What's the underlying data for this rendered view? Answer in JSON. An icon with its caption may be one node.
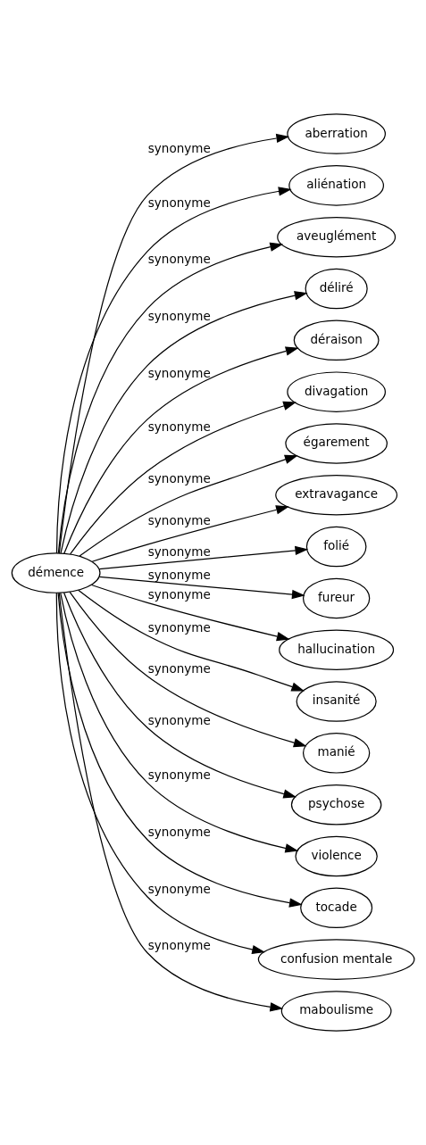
{
  "diagram": {
    "nodes": [
      {
        "text": [
          "démence"
        ]
      },
      {
        "text": [
          "aberration"
        ]
      },
      {
        "text": [
          "aliénation"
        ]
      },
      {
        "text": [
          "aveuglément"
        ]
      },
      {
        "text": [
          "déliré"
        ]
      },
      {
        "text": [
          "déraison"
        ]
      },
      {
        "text": [
          "divagation"
        ]
      },
      {
        "text": [
          "égarement"
        ]
      },
      {
        "text": [
          "extravagance"
        ]
      },
      {
        "text": [
          "folié"
        ]
      },
      {
        "text": [
          "fureur"
        ]
      },
      {
        "text": [
          "hallucination"
        ]
      },
      {
        "text": [
          "insanité"
        ]
      },
      {
        "text": [
          "manié"
        ]
      },
      {
        "text": [
          "psychose"
        ]
      },
      {
        "text": [
          "violence"
        ]
      },
      {
        "text": [
          "tocade"
        ]
      },
      {
        "text": [
          "confusion mentale"
        ]
      },
      {
        "text": [
          "maboulisme"
        ]
      }
    ],
    "edges": [
      {
        "from": 0,
        "to": 1,
        "arrow": "to",
        "label": "synonyme"
      },
      {
        "from": 0,
        "to": 2,
        "arrow": "to",
        "label": "synonyme"
      },
      {
        "from": 0,
        "to": 3,
        "arrow": "to",
        "label": "synonyme"
      },
      {
        "from": 0,
        "to": 4,
        "arrow": "to",
        "label": "synonyme"
      },
      {
        "from": 0,
        "to": 5,
        "arrow": "to",
        "label": "synonyme"
      },
      {
        "from": 0,
        "to": 6,
        "arrow": "to",
        "label": "synonyme"
      },
      {
        "from": 0,
        "to": 7,
        "arrow": "to",
        "label": "synonyme"
      },
      {
        "from": 0,
        "to": 8,
        "arrow": "to",
        "label": "synonyme"
      },
      {
        "from": 0,
        "to": 9,
        "arrow": "to",
        "label": "synonyme"
      },
      {
        "from": 0,
        "to": 10,
        "arrow": "to",
        "label": "synonyme"
      },
      {
        "from": 0,
        "to": 11,
        "arrow": "to",
        "label": "synonyme"
      },
      {
        "from": 0,
        "to": 12,
        "arrow": "to",
        "label": "synonyme"
      },
      {
        "from": 0,
        "to": 13,
        "arrow": "to",
        "label": "synonyme"
      },
      {
        "from": 0,
        "to": 14,
        "arrow": "to",
        "label": "synonyme"
      },
      {
        "from": 0,
        "to": 15,
        "arrow": "to",
        "label": "synonyme"
      },
      {
        "from": 0,
        "to": 16,
        "arrow": "to",
        "label": "synonyme"
      },
      {
        "from": 0,
        "to": 17,
        "arrow": "to",
        "label": "synonyme"
      },
      {
        "from": 0,
        "to": 18,
        "arrow": "to",
        "label": "synonyme"
      }
    ]
  }
}
